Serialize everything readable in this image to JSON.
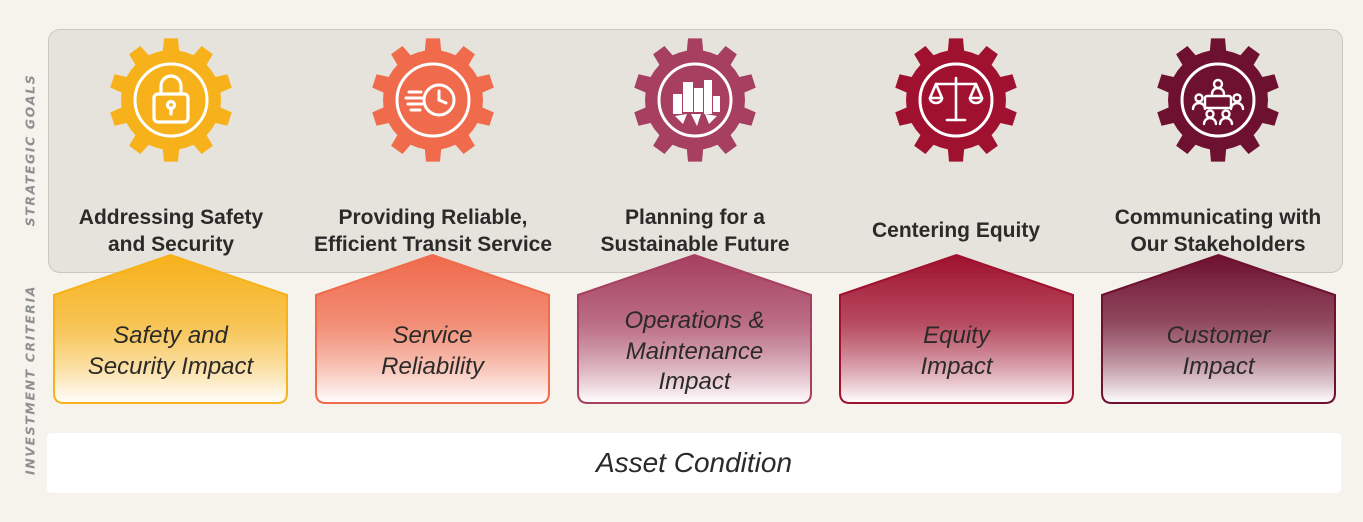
{
  "side_labels": {
    "strategic_goals": "STRATEGIC GOALS",
    "investment_criteria": "INVESTMENT CRITERIA"
  },
  "goals": [
    {
      "title": "Addressing Safety\nand Security",
      "icon": "padlock-icon",
      "color": "#f7b21b"
    },
    {
      "title": "Providing Reliable,\nEfficient Transit Service",
      "icon": "clock-speed-icon",
      "color": "#f06a4c"
    },
    {
      "title": "Planning for a\nSustainable Future",
      "icon": "city-icon",
      "color": "#a63f60"
    },
    {
      "title": "Centering Equity",
      "icon": "scales-icon",
      "color": "#a0112f"
    },
    {
      "title": "Communicating with\nOur Stakeholders",
      "icon": "people-meeting-icon",
      "color": "#6e1030"
    }
  ],
  "criteria": [
    {
      "title": "Safety and\nSecurity Impact",
      "color": "#f7b21b"
    },
    {
      "title": "Service\nReliability",
      "color": "#f06a4c"
    },
    {
      "title": "Operations &\nMaintenance\nImpact",
      "color": "#a63f60"
    },
    {
      "title": "Equity\nImpact",
      "color": "#a0112f"
    },
    {
      "title": "Customer\nImpact",
      "color": "#6e1030"
    }
  ],
  "asset_condition": "Asset Condition"
}
